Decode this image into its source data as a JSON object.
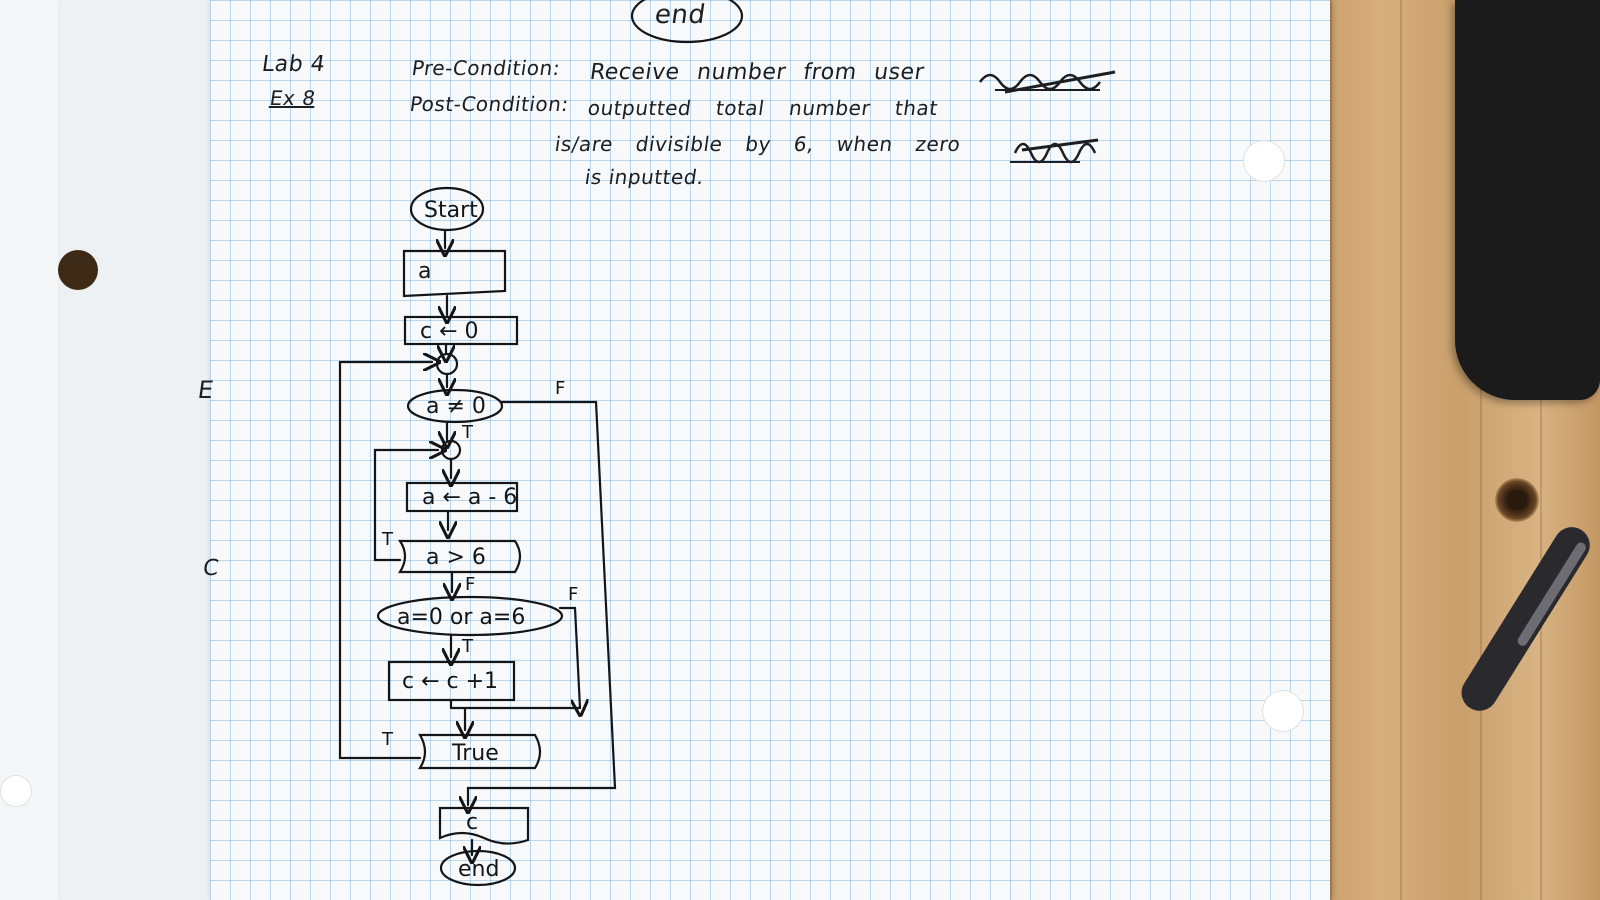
{
  "header": {
    "lab": "Lab 4",
    "exercise": "Ex 8",
    "pre_condition_label": "Pre-Condition:",
    "pre_condition_text": "Receive number from user",
    "post_condition_label": "Post-Condition:",
    "post_condition_line1": "outputted total number that",
    "post_condition_line2": "is/are divisible by 6, when zero",
    "post_condition_line3": "is inputted."
  },
  "top_terminal": "end",
  "margin_marks": [
    "E",
    "C"
  ],
  "flowchart": {
    "start": "Start",
    "input": "a",
    "init": "c ← 0",
    "condition1": "a ≠ 0",
    "update": "a ← a - 6",
    "condition2": "a > 6",
    "condition3": "a=0 or a=6",
    "increment": "c ← c +1",
    "loop": "True",
    "output": "c",
    "end": "end",
    "labels": {
      "true": "T",
      "false": "F"
    }
  },
  "colors": {
    "ink": "#151518",
    "grid": "#6eaad7",
    "paper": "#f8f9fa",
    "wood": "#c89e6c"
  }
}
